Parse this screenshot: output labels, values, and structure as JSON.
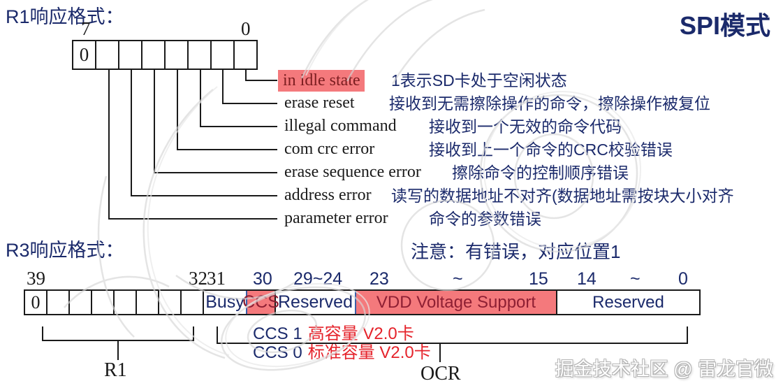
{
  "header": {
    "r1_title": "R1响应格式：",
    "spi_title": "SPI模式"
  },
  "r1": {
    "bit_high": "7",
    "bit_low": "0",
    "first_cell": "0",
    "rows": [
      {
        "label": "in idle state",
        "desc": "1表示SD卡处于空闲状态"
      },
      {
        "label": "erase reset",
        "desc": "接收到无需擦除操作的命令，擦除操作被复位"
      },
      {
        "label": "illegal command",
        "desc": "接收到一个无效的命令代码"
      },
      {
        "label": "com crc error",
        "desc": "接收到上一个命令的CRC校验错误"
      },
      {
        "label": "erase sequence error",
        "desc": "擦除命令的控制顺序错误"
      },
      {
        "label": "address error",
        "desc": "读写的数据地址不对齐(数据地址需按块大小对齐"
      },
      {
        "label": "parameter error",
        "desc": "命令的参数错误"
      }
    ],
    "note": "注意：有错误，对应位置1"
  },
  "r3": {
    "title": "R3响应格式：",
    "first_cell": "0",
    "numbers": [
      {
        "text": "39"
      },
      {
        "text": "32"
      },
      {
        "text": "31"
      },
      {
        "text": "30"
      },
      {
        "text": "29~24"
      },
      {
        "text": "23"
      },
      {
        "text": "~"
      },
      {
        "text": "15"
      },
      {
        "text": "14"
      },
      {
        "text": "~"
      },
      {
        "text": "0"
      }
    ],
    "fields": [
      {
        "label": "Busy"
      },
      {
        "label": "CCS"
      },
      {
        "label": "Reserved"
      },
      {
        "label": "VDD Voltage Support"
      },
      {
        "label": "Reserved"
      }
    ],
    "ccs_lines": [
      {
        "prefix": "CCS 1",
        "text": "高容量 V2.0卡"
      },
      {
        "prefix": "CCS 0",
        "text": "标准容量 V2.0卡"
      }
    ],
    "bracket_left_label": "R1",
    "bracket_right_label": "OCR"
  },
  "colors": {
    "navy": "#1b2a6b",
    "pink": "#f4797c",
    "maroon": "#8e1f33",
    "red": "#e5232b"
  },
  "watermark": {
    "credit": "掘金技术社区 @ 雷龙官微"
  }
}
